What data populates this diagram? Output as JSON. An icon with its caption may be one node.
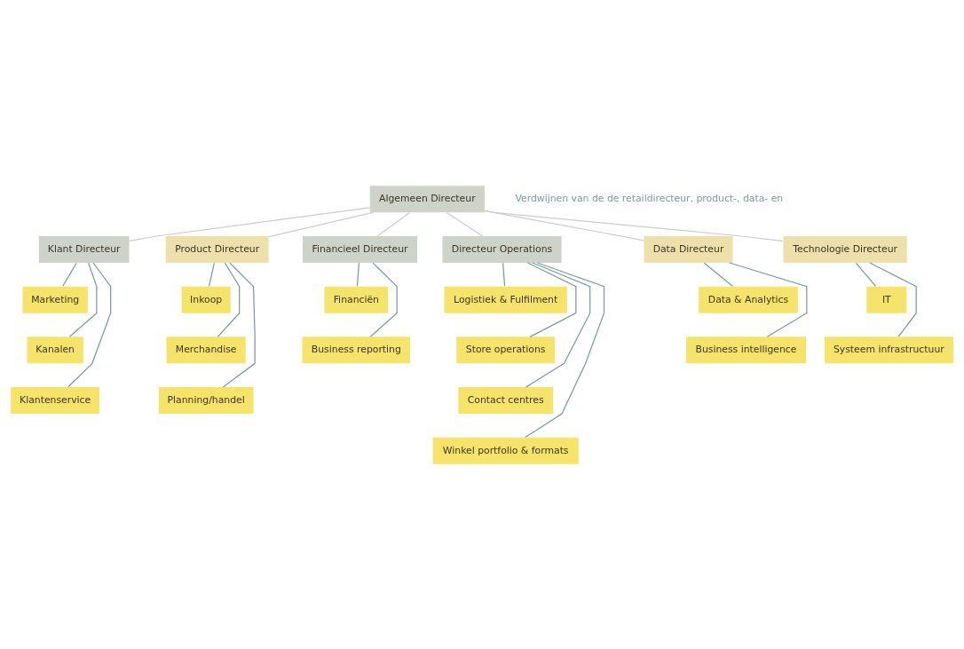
{
  "diagram": {
    "nodes": [
      {
        "text": [
          "Algemeen Directeur"
        ]
      },
      {
        "text": [
          "Klant Directeur"
        ]
      },
      {
        "text": [
          "Product Directeur"
        ]
      },
      {
        "text": [
          "Financieel Directeur"
        ]
      },
      {
        "text": [
          "Directeur Operations"
        ]
      },
      {
        "text": [
          "Data Directeur"
        ]
      },
      {
        "text": [
          "Technologie Directeur"
        ]
      },
      {
        "text": [
          "Marketing"
        ]
      },
      {
        "text": [
          "Kanalen"
        ]
      },
      {
        "text": [
          "Klantenservice"
        ]
      },
      {
        "text": [
          "Inkoop"
        ]
      },
      {
        "text": [
          "Merchandise"
        ]
      },
      {
        "text": [
          "Planning/handel"
        ]
      },
      {
        "text": [
          "Financiën"
        ]
      },
      {
        "text": [
          "Business reporting"
        ]
      },
      {
        "text": [
          "Logistiek & Fulfilment"
        ]
      },
      {
        "text": [
          "Store operations"
        ]
      },
      {
        "text": [
          "Contact centres"
        ]
      },
      {
        "text": [
          "Winkel portfolio & formats"
        ]
      },
      {
        "text": [
          "Data & Analytics"
        ]
      },
      {
        "text": [
          "Business intelligence"
        ]
      },
      {
        "text": [
          "IT"
        ]
      },
      {
        "text": [
          "Systeem infrastructuur"
        ]
      }
    ],
    "edges": [
      {
        "from": 0,
        "to": 1,
        "arrow": "none",
        "color": "#cccccc"
      },
      {
        "from": 0,
        "to": 2,
        "arrow": "none",
        "color": "#cccccc"
      },
      {
        "from": 0,
        "to": 3,
        "arrow": "none",
        "color": "#cccccc"
      },
      {
        "from": 0,
        "to": 4,
        "arrow": "none",
        "color": "#cccccc"
      },
      {
        "from": 0,
        "to": 5,
        "arrow": "none",
        "color": "#cccccc"
      },
      {
        "from": 0,
        "to": 6,
        "arrow": "none",
        "color": "#cccccc"
      },
      {
        "from": 1,
        "to": 7,
        "arrow": "none"
      },
      {
        "from": 1,
        "to": 8,
        "arrow": "none"
      },
      {
        "from": 1,
        "to": 9,
        "arrow": "none"
      },
      {
        "from": 2,
        "to": 10,
        "arrow": "none"
      },
      {
        "from": 2,
        "to": 11,
        "arrow": "none"
      },
      {
        "from": 2,
        "to": 12,
        "arrow": "none"
      },
      {
        "from": 3,
        "to": 13,
        "arrow": "none"
      },
      {
        "from": 3,
        "to": 14,
        "arrow": "none"
      },
      {
        "from": 4,
        "to": 15,
        "arrow": "none"
      },
      {
        "from": 4,
        "to": 16,
        "arrow": "none"
      },
      {
        "from": 4,
        "to": 17,
        "arrow": "none"
      },
      {
        "from": 4,
        "to": 18,
        "arrow": "none"
      },
      {
        "from": 5,
        "to": 19,
        "arrow": "none"
      },
      {
        "from": 5,
        "to": 20,
        "arrow": "none"
      },
      {
        "from": 6,
        "to": 21,
        "arrow": "none"
      },
      {
        "from": 6,
        "to": 22,
        "arrow": "none"
      }
    ],
    "labels": [
      "Verdwijnen van de de retaildirecteur, product-, data- en"
    ]
  }
}
